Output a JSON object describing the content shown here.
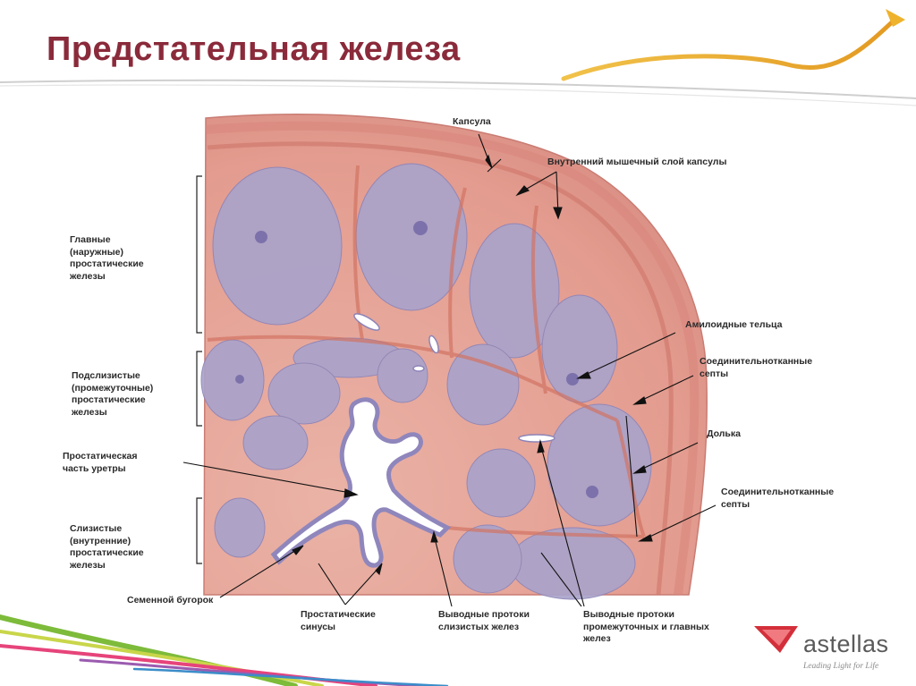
{
  "slide": {
    "title": "Предстательная  железа"
  },
  "labels": {
    "capsule": "Капсула",
    "inner_muscle": "Внутренний мышечный слой капсулы",
    "main_glands": "Главные\n(наружные)\nпростатические\nжелезы",
    "submucosal_glands": "Подслизистые\n(промежуточные)\nпростатические\nжелезы",
    "urethra": "Простатическая\nчасть уретры",
    "mucosal_glands": "Слизистые\n(внутренние)\nпростатические\nжелезы",
    "colliculus": "Семенной бугорок",
    "sinuses": "Простатические\nсинусы",
    "mucosal_ducts": "Выводные протоки\nслизистых желез",
    "main_ducts": "Выводные протоки\nпромежуточных и главных\nжелез",
    "amyloid": "Амилоидные тельца",
    "septa_1": "Соединительнотканные\nсепты",
    "lobule": "Долька",
    "septa_2": "Соединительнотканные\nсепты"
  },
  "branding": {
    "logo_text": "astellas",
    "tagline": "Leading Light for Life"
  },
  "colors": {
    "title": "#8a2a3a",
    "tissue": "#e7a69b",
    "septa": "#d77e6c",
    "gland": "#a9a2c8",
    "brand_red": "#d32f3a"
  }
}
